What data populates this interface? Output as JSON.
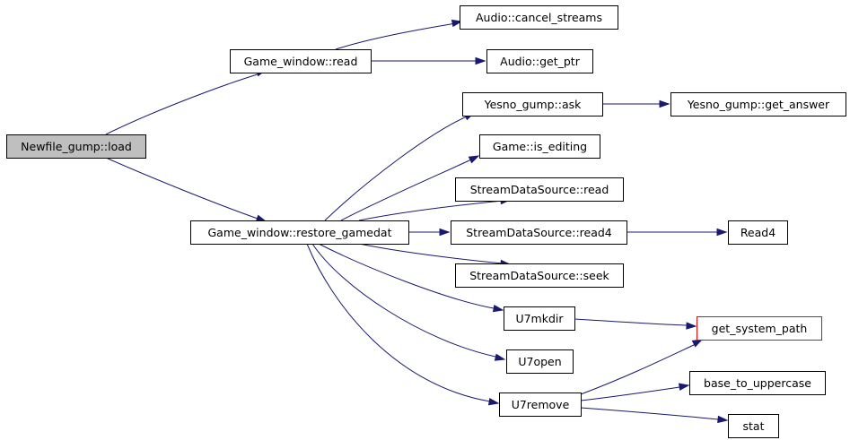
{
  "diagram": {
    "type": "call-graph",
    "nodes": [
      {
        "id": "newfile_load",
        "label": "Newfile_gump::load",
        "root": true
      },
      {
        "id": "gw_read",
        "label": "Game_window::read"
      },
      {
        "id": "audio_cancel",
        "label": "Audio::cancel_streams"
      },
      {
        "id": "audio_get_ptr",
        "label": "Audio::get_ptr"
      },
      {
        "id": "yesno_ask",
        "label": "Yesno_gump::ask"
      },
      {
        "id": "yesno_get_answer",
        "label": "Yesno_gump::get_answer"
      },
      {
        "id": "game_is_editing",
        "label": "Game::is_editing"
      },
      {
        "id": "sds_read",
        "label": "StreamDataSource::read"
      },
      {
        "id": "gw_restore",
        "label": "Game_window::restore_gamedat"
      },
      {
        "id": "sds_read4",
        "label": "StreamDataSource::read4"
      },
      {
        "id": "read4",
        "label": "Read4"
      },
      {
        "id": "sds_seek",
        "label": "StreamDataSource::seek"
      },
      {
        "id": "u7mkdir",
        "label": "U7mkdir"
      },
      {
        "id": "get_system_path",
        "label": "get_system_path",
        "highlight": "#ff0000"
      },
      {
        "id": "u7open",
        "label": "U7open"
      },
      {
        "id": "u7remove",
        "label": "U7remove"
      },
      {
        "id": "base_to_uppercase",
        "label": "base_to_uppercase"
      },
      {
        "id": "stat",
        "label": "stat"
      }
    ],
    "edges": [
      {
        "from": "newfile_load",
        "to": "gw_read"
      },
      {
        "from": "newfile_load",
        "to": "gw_restore"
      },
      {
        "from": "gw_read",
        "to": "audio_cancel"
      },
      {
        "from": "gw_read",
        "to": "audio_get_ptr"
      },
      {
        "from": "yesno_ask",
        "to": "yesno_get_answer"
      },
      {
        "from": "gw_restore",
        "to": "yesno_ask"
      },
      {
        "from": "gw_restore",
        "to": "game_is_editing"
      },
      {
        "from": "gw_restore",
        "to": "sds_read"
      },
      {
        "from": "gw_restore",
        "to": "sds_read4"
      },
      {
        "from": "gw_restore",
        "to": "sds_seek"
      },
      {
        "from": "gw_restore",
        "to": "u7mkdir"
      },
      {
        "from": "gw_restore",
        "to": "u7open"
      },
      {
        "from": "gw_restore",
        "to": "u7remove"
      },
      {
        "from": "sds_read4",
        "to": "read4"
      },
      {
        "from": "u7mkdir",
        "to": "get_system_path"
      },
      {
        "from": "u7remove",
        "to": "get_system_path"
      },
      {
        "from": "u7remove",
        "to": "base_to_uppercase"
      },
      {
        "from": "u7remove",
        "to": "stat"
      }
    ]
  }
}
